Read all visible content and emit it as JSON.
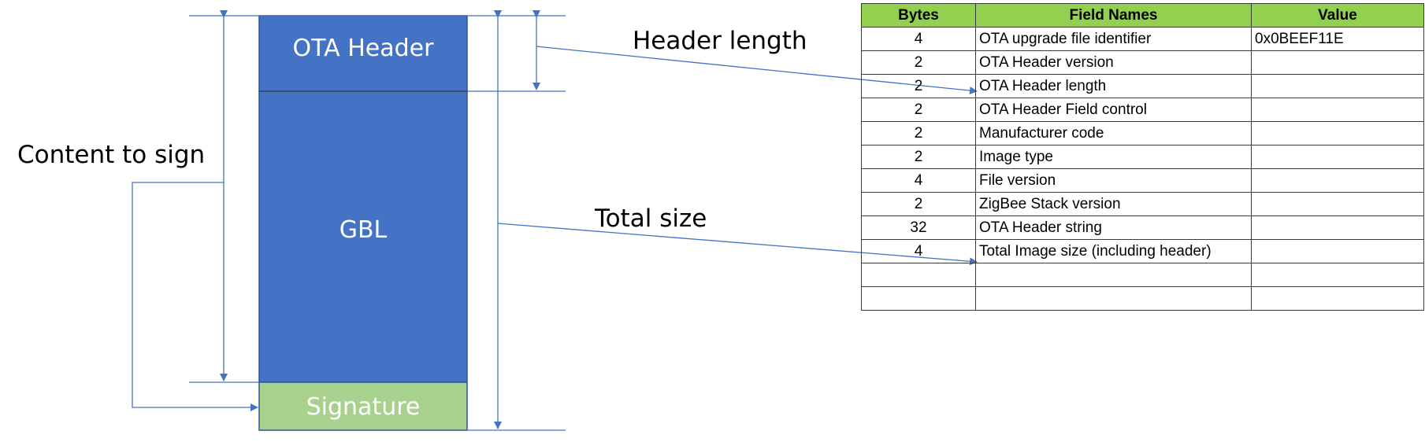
{
  "blocks": {
    "ota_header": "OTA Header",
    "gbl": "GBL",
    "signature": "Signature"
  },
  "annotations": {
    "content_to_sign": "Content to sign",
    "header_length": "Header length",
    "total_size": "Total size"
  },
  "colors": {
    "block_blue": "#4472c4",
    "block_green": "#a9d18e",
    "table_header_green": "#92d050",
    "arrow_blue": "#4472c4"
  },
  "table": {
    "headers": [
      "Bytes",
      "Field Names",
      "Value"
    ],
    "rows": [
      {
        "bytes": "4",
        "name": "OTA upgrade file identifier",
        "value": "0x0BEEF11E"
      },
      {
        "bytes": "2",
        "name": "OTA Header version",
        "value": ""
      },
      {
        "bytes": "2",
        "name": "OTA Header length",
        "value": ""
      },
      {
        "bytes": "2",
        "name": "OTA Header Field control",
        "value": ""
      },
      {
        "bytes": "2",
        "name": "Manufacturer code",
        "value": ""
      },
      {
        "bytes": "2",
        "name": "Image type",
        "value": ""
      },
      {
        "bytes": "4",
        "name": "File version",
        "value": ""
      },
      {
        "bytes": "2",
        "name": "ZigBee Stack version",
        "value": ""
      },
      {
        "bytes": "32",
        "name": "OTA Header string",
        "value": ""
      },
      {
        "bytes": "4",
        "name": "Total Image size (including header)",
        "value": ""
      },
      {
        "bytes": "",
        "name": "",
        "value": ""
      },
      {
        "bytes": "",
        "name": "",
        "value": ""
      }
    ]
  }
}
